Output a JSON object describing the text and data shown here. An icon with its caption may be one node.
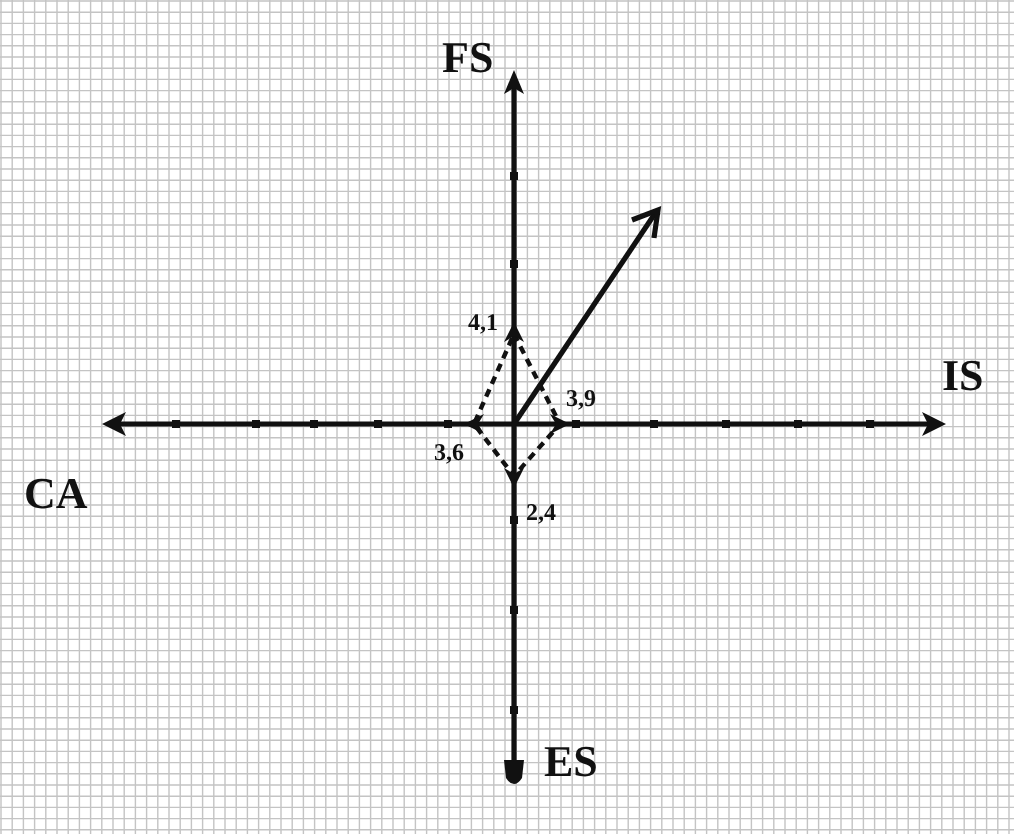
{
  "diagram": {
    "labels": [
      "FS",
      "4,1",
      "3,9",
      "IS",
      "3,6",
      "CA",
      "2,4",
      "ES"
    ]
  }
}
